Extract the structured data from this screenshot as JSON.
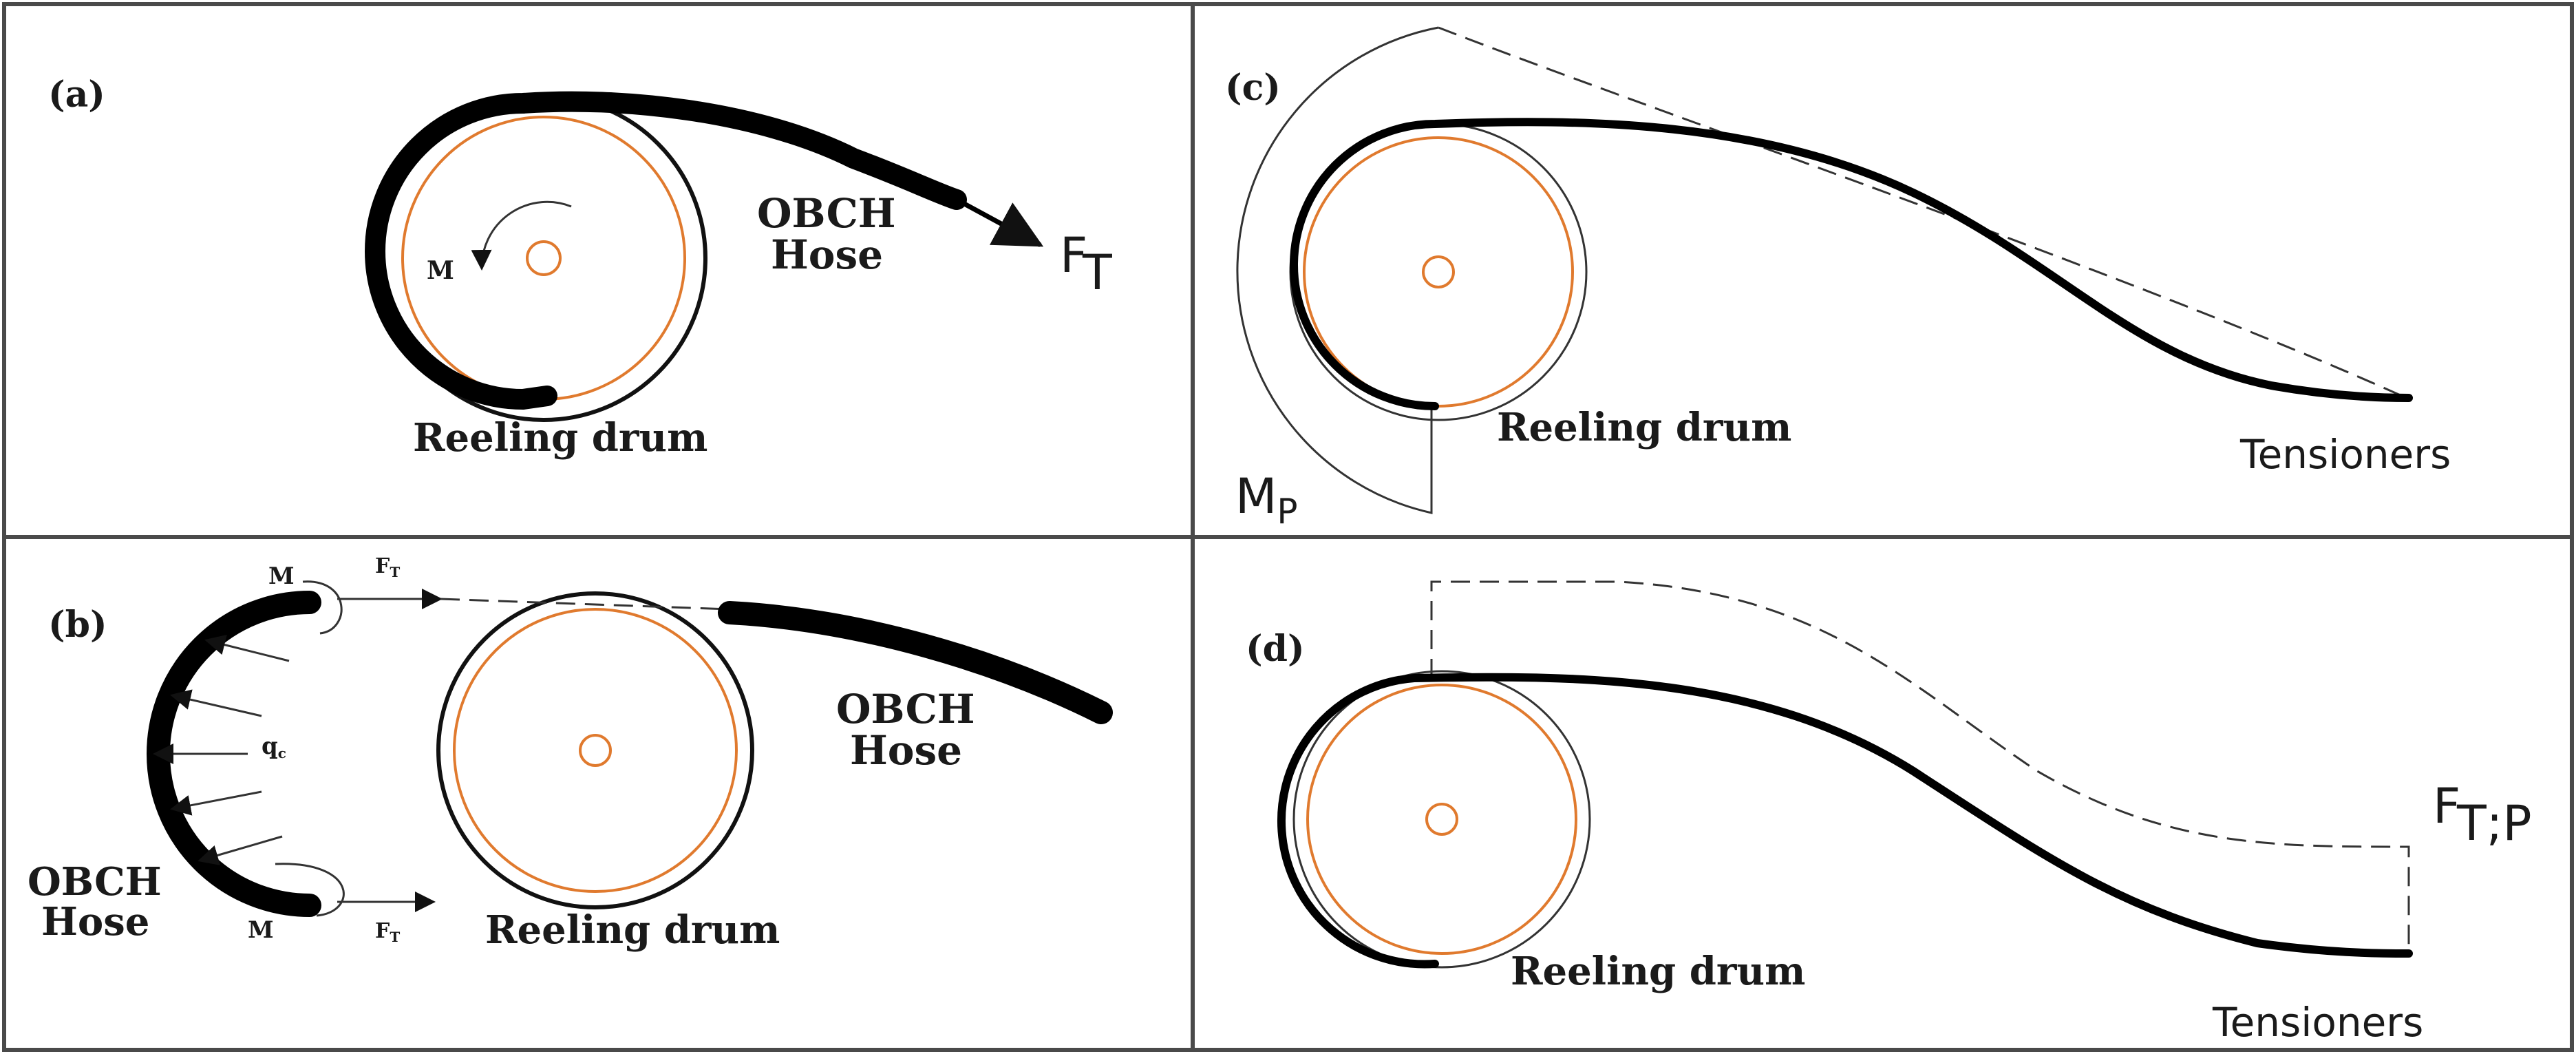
{
  "panels": {
    "a": {
      "tag": "(a)",
      "moment": "M",
      "hose_line1": "OBCH",
      "hose_line2": "Hose",
      "force_main": "F",
      "force_sub": "T",
      "drum": "Reeling drum"
    },
    "b": {
      "tag": "(b)",
      "moment_top": "M",
      "moment_bottom": "M",
      "force_top": "F",
      "force_top_sub": "T",
      "force_bottom": "F",
      "force_bottom_sub": "T",
      "pressure": "q",
      "pressure_sub": "c",
      "hose_left_line1": "OBCH",
      "hose_left_line2": "Hose",
      "hose_right_line1": "OBCH",
      "hose_right_line2": "Hose",
      "drum": "Reeling drum"
    },
    "c": {
      "tag": "(c)",
      "moment_main": "M",
      "moment_sub": "P",
      "drum": "Reeling drum",
      "tensioners": "Tensioners"
    },
    "d": {
      "tag": "(d)",
      "force_main": "F",
      "force_sub": "T;P",
      "drum": "Reeling drum",
      "tensioners": "Tensioners"
    }
  },
  "colors": {
    "drum_inner": "#e07a2e",
    "hose": "#000000",
    "frame": "#4a4a4a"
  }
}
